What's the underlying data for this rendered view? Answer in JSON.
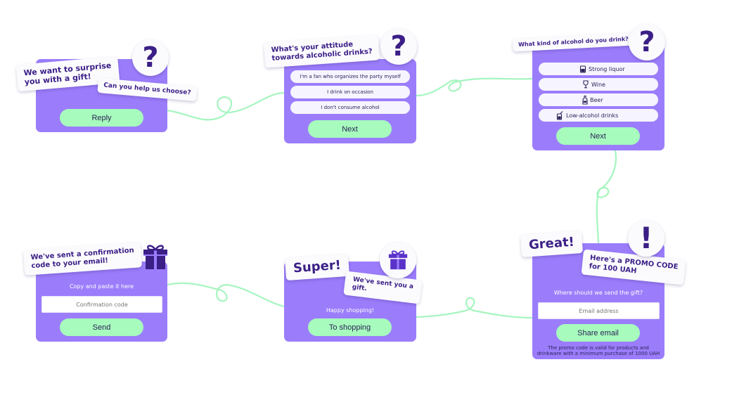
{
  "colors": {
    "card": "#9b7dfb",
    "button": "#a6fbbd",
    "connector": "#a6f5bf",
    "bubble_text": "#3b1f86",
    "option_bg": "#f6f4fe"
  },
  "card1": {
    "bubble_main": "We want to surprise\nyou with a gift!",
    "bubble_secondary": "Can you help us choose?",
    "badge_icon": "question-mark-icon",
    "badge_text": "?",
    "reply_label": "Reply"
  },
  "card2": {
    "bubble": "What's your attitude\ntowards alcoholic drinks?",
    "badge_icon": "question-mark-icon",
    "badge_text": "?",
    "options": [
      "I'm a fan who organizes the party myself",
      "I drink on occasion",
      "I don't consume alcohol"
    ],
    "next_label": "Next"
  },
  "card3": {
    "bubble": "What kind of alcohol do you drink?",
    "badge_icon": "question-mark-icon",
    "badge_text": "?",
    "options": [
      {
        "icon": "liquor-glass-icon",
        "label": "Strong liquor"
      },
      {
        "icon": "wine-glass-icon",
        "label": "Wine"
      },
      {
        "icon": "beer-bottle-icon",
        "label": "Beer"
      },
      {
        "icon": "cocktail-glass-icon",
        "label": "Low-alcohol drinks"
      }
    ],
    "next_label": "Next"
  },
  "card4": {
    "bubble": "We've sent a confirmation\ncode to your email!",
    "badge_icon": "gift-icon",
    "instruction": "Copy and paste it here",
    "input_placeholder": "Confirmation code",
    "send_label": "Send"
  },
  "card5": {
    "bubble_main": "Super!",
    "bubble_secondary": "We've sent you a\ngift.",
    "badge_icon": "gift-icon",
    "message": "Happy shopping!",
    "shop_label": "To shopping"
  },
  "card6": {
    "bubble_main": "Great!",
    "bubble_secondary": "Here's a PROMO CODE\nfor 100 UAH",
    "badge_icon": "exclamation-icon",
    "badge_text": "!",
    "question": "Where should we send the gift?",
    "input_placeholder": "Email address",
    "share_label": "Share email",
    "footnote": "The promo code is valid for products and\ndrinkware with a minimum purchase of 1000 UAH"
  }
}
